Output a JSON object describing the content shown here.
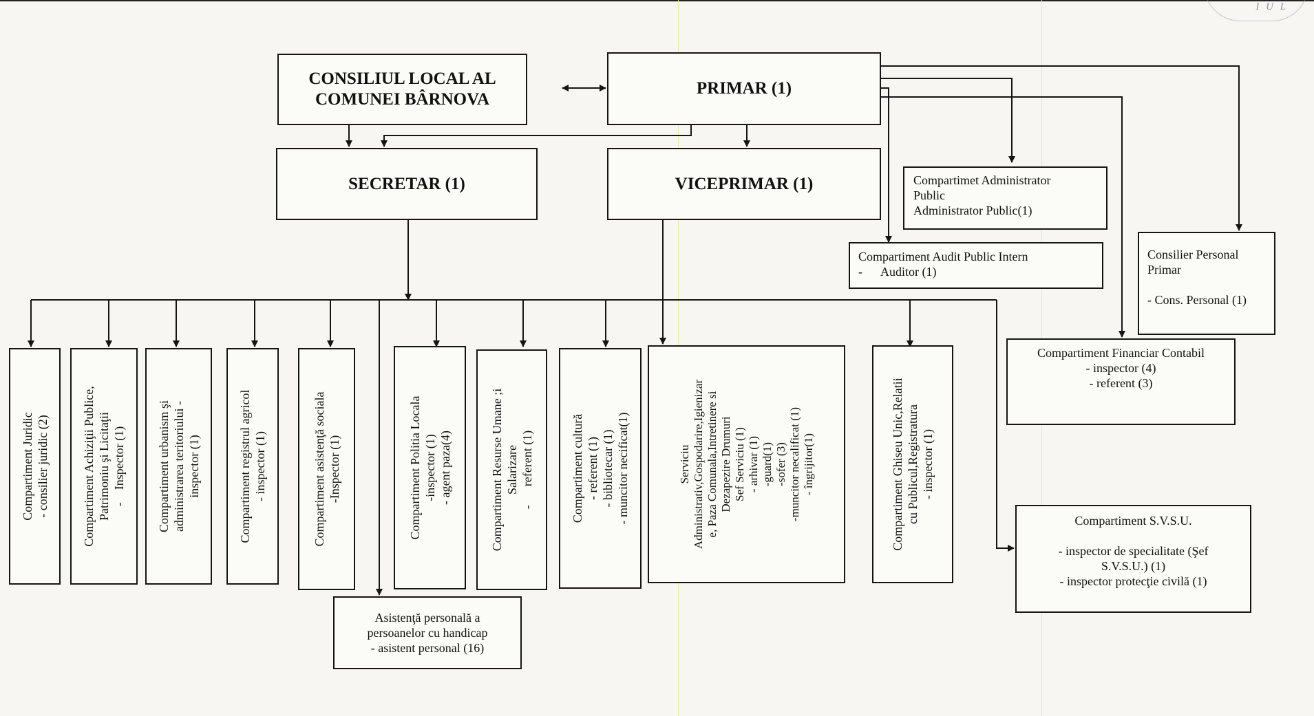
{
  "chart": {
    "council": [
      "CONSILIUL LOCAL AL",
      "COMUNEI BÂRNOVA"
    ],
    "mayor": "PRIMAR (1)",
    "secretary": "SECRETAR (1)",
    "vice_mayor": "VICEPRIMAR (1)",
    "admin": [
      "Compartimet Administrator",
      "Public",
      "Administrator Public(1)"
    ],
    "audit": [
      "Compartiment Audit Public Intern",
      "-      Auditor (1)"
    ],
    "advisor": [
      "Consilier Personal",
      "Primar",
      "",
      "- Cons. Personal (1)"
    ],
    "finance": [
      "Compartiment Financiar Contabil",
      "- inspector  (4)",
      "- referent    (3)"
    ],
    "svsu": [
      "Compartiment S.V.S.U.",
      "",
      "- inspector de specialitate (Şef",
      "S.V.S.U.)  (1)",
      "-  inspector protecţie civilă  (1)"
    ],
    "disability": [
      "Asistenţă personală a",
      "persoanelor cu handicap",
      "- asistent personal (16)"
    ],
    "departments": [
      [
        "Compartiment  Juridic",
        "- consilier juridic (2)"
      ],
      [
        "Compartiment Achiziţii Publice,",
        "Patrimoniu şi Licitaţii",
        "-    Inspector (1)"
      ],
      [
        "Compartiment urbanism şi",
        "administrarea teritoriului -",
        "inspector (1)"
      ],
      [
        "Compartiment registrul agricol",
        "- inspector  (1)"
      ],
      [
        "Compartiment asistenţă  sociala",
        "-Inspector (1)"
      ],
      [
        "Compartiment Politia Locala",
        "-inspector (1)",
        "- agent paza(4)"
      ],
      [
        "Compartiment Resurse Umane ;i",
        "Salarizare",
        "-      referent (1)"
      ],
      [
        "Compartiment cultură",
        "- referent (1)",
        "- bibliotecar  (1)",
        "- muncitor necificat(1)"
      ],
      [
        "Serviciu",
        "Administrativ,Gospodarire,Igienizar",
        "e, Paza Comunala,Intretinere si",
        "Dezapezire Drumuri",
        "Sef Serviciu  (1)",
        "- arhivar (1)",
        "-guard(1)",
        "-sofer (3)",
        "-muncitor necalificat (1)",
        "- îngrijitor(1)"
      ],
      [
        "Compartiment  Ghiseu Unic,Relatii",
        "cu Publicul,Registratura",
        "- inspector  (1)"
      ]
    ]
  },
  "seal": {
    "text": "I U L"
  }
}
